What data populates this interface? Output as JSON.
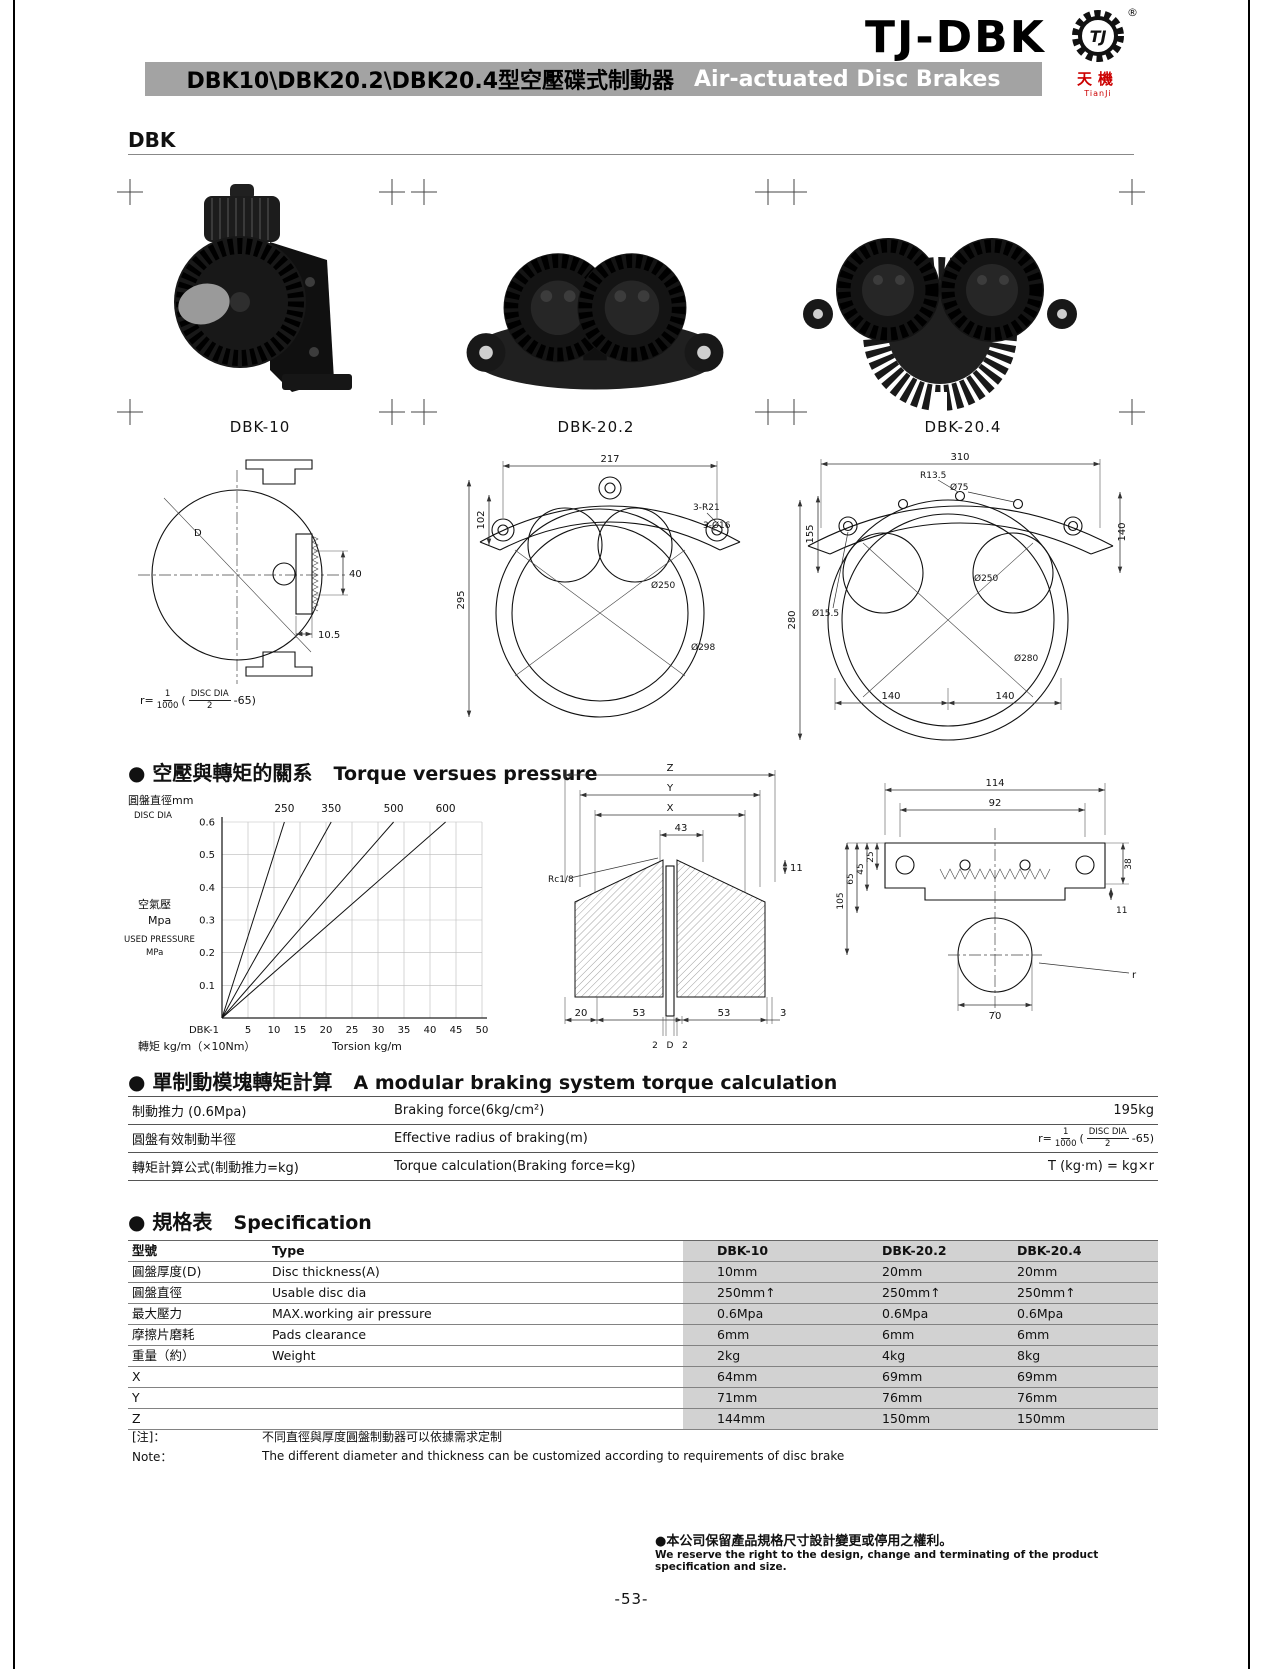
{
  "page": {
    "number": "-53-"
  },
  "header": {
    "brand": "TJ-DBK",
    "title_zh": "DBK10\\DBK20.2\\DBK20.4型空壓碟式制動器",
    "title_en": "Air-actuated Disc Brakes",
    "section_label": "DBK",
    "logo": {
      "tj": "TJ",
      "reg": "®",
      "zh": "天機",
      "en": "TianJi"
    }
  },
  "products": [
    {
      "label": "DBK-10"
    },
    {
      "label": "DBK-20.2"
    },
    {
      "label": "DBK-20.4"
    }
  ],
  "radius_formula": {
    "prefix": "r=",
    "num": "1",
    "den": "1000",
    "open": "(",
    "inner_num": "DISC DIA",
    "inner_den": "2",
    "suffix": "-65)"
  },
  "drawings": {
    "dbk10": {
      "d": "D",
      "dim40": "40",
      "dim105": "10.5"
    },
    "dbk202": {
      "w217": "217",
      "r21": "3-R21",
      "o16": "3-Ø16",
      "h102": "102",
      "h295": "295",
      "o250": "Ø250",
      "o298": "Ø298"
    },
    "dbk204": {
      "w310": "310",
      "r135": "R13.5",
      "o75": "Ø75",
      "h155": "155",
      "h140": "140",
      "h280": "280",
      "o155": "Ø15.5",
      "o250": "Ø250",
      "o280": "Ø280",
      "b140a": "140",
      "b140b": "140"
    },
    "section": {
      "z": "Z",
      "y": "Y",
      "x": "X",
      "d43": "43",
      "rc18": "Rc1/8",
      "d11": "11",
      "d20": "20",
      "d53a": "53",
      "d53b": "53",
      "d3": "3",
      "d2a": "2",
      "dD": "D",
      "d2b": "2"
    },
    "side": {
      "d114": "114",
      "d92": "92",
      "d25": "25",
      "d38": "38",
      "d45": "45",
      "d105": "105",
      "d65": "65",
      "d11": "11",
      "d70": "70",
      "r": "r"
    }
  },
  "torque_section": {
    "bullet": "●",
    "zh": "空壓與轉矩的關系",
    "en": "Torque versues pressure"
  },
  "chart_data": {
    "type": "line",
    "title": "Torque versues pressure",
    "legend_zh": "圓盤直徑mm",
    "legend_en": "DISC DIA",
    "ylabel_zh": "空氣壓",
    "ylabel_unit": "Mpa",
    "ylabel_en": "USED PRESSURE",
    "ylabel_en_unit": "MPa",
    "x_origin_label": "DBK-1",
    "xlabel_zh": "轉矩 kg/m（×10Nm）",
    "xlabel_en": "Torsion kg/m",
    "x_ticks": [
      5,
      10,
      15,
      20,
      25,
      30,
      35,
      40,
      45,
      50
    ],
    "y_ticks": [
      0.1,
      0.2,
      0.3,
      0.4,
      0.5,
      0.6
    ],
    "xlim": [
      0,
      50
    ],
    "ylim": [
      0,
      0.6
    ],
    "grid": true,
    "legend_position": "top",
    "series": [
      {
        "name": "250",
        "points": [
          [
            0,
            0
          ],
          [
            12,
            0.6
          ]
        ]
      },
      {
        "name": "350",
        "points": [
          [
            0,
            0
          ],
          [
            21,
            0.6
          ]
        ]
      },
      {
        "name": "500",
        "points": [
          [
            0,
            0
          ],
          [
            33,
            0.6
          ]
        ]
      },
      {
        "name": "600",
        "points": [
          [
            0,
            0
          ],
          [
            43,
            0.6
          ]
        ]
      }
    ]
  },
  "calc_section": {
    "bullet": "●",
    "zh": "單制動模塊轉矩計算",
    "en": "A modular braking system torque calculation"
  },
  "torque_table": {
    "rows": [
      {
        "zh": "制動推力 (0.6Mpa)",
        "en": "Braking force(6kg/cm²)",
        "value": "195kg"
      },
      {
        "zh": "圓盤有效制動半徑",
        "en": "Effective radius of braking(m)",
        "value": "r=1/1000(DISC DIA/2-65)"
      },
      {
        "zh": "轉矩計算公式(制動推力=kg)",
        "en": "Torque calculation(Braking force=kg)",
        "value": "T (kg·m) = kg×r"
      }
    ]
  },
  "spec_section": {
    "bullet": "●",
    "zh": "規格表",
    "en": "Specification"
  },
  "spec_table": {
    "header": {
      "zh": "型號",
      "en": "Type",
      "models": [
        "DBK-10",
        "DBK-20.2",
        "DBK-20.4"
      ]
    },
    "rows": [
      {
        "zh": "圓盤厚度(D)",
        "en": "Disc thickness(A)",
        "values": [
          "10mm",
          "20mm",
          "20mm"
        ]
      },
      {
        "zh": "圓盤直徑",
        "en": "Usable disc dia",
        "values": [
          "250mm↑",
          "250mm↑",
          "250mm↑"
        ]
      },
      {
        "zh": "最大壓力",
        "en": "MAX.working air pressure",
        "values": [
          "0.6Mpa",
          "0.6Mpa",
          "0.6Mpa"
        ]
      },
      {
        "zh": "摩擦片磨耗",
        "en": "Pads clearance",
        "values": [
          "6mm",
          "6mm",
          "6mm"
        ]
      },
      {
        "zh": "重量（約）",
        "en": "Weight",
        "values": [
          "2kg",
          "4kg",
          "8kg"
        ]
      },
      {
        "zh": "X",
        "en": "",
        "values": [
          "64mm",
          "69mm",
          "69mm"
        ]
      },
      {
        "zh": "Y",
        "en": "",
        "values": [
          "71mm",
          "76mm",
          "76mm"
        ]
      },
      {
        "zh": "Z",
        "en": "",
        "values": [
          "144mm",
          "150mm",
          "150mm"
        ]
      }
    ],
    "note_zh_label": "[注]：",
    "note_zh": "不同直徑與厚度圓盤制動器可以依據需求定制",
    "note_en_label": "Note：",
    "note_en": "The different diameter and thickness can be customized according to requirements of disc brake"
  },
  "footer": {
    "notice_zh": "●本公司保留產品規格尺寸設計變更或停用之權利。",
    "notice_en": "We reserve the right to the design, change and terminating of the product specification and size."
  }
}
